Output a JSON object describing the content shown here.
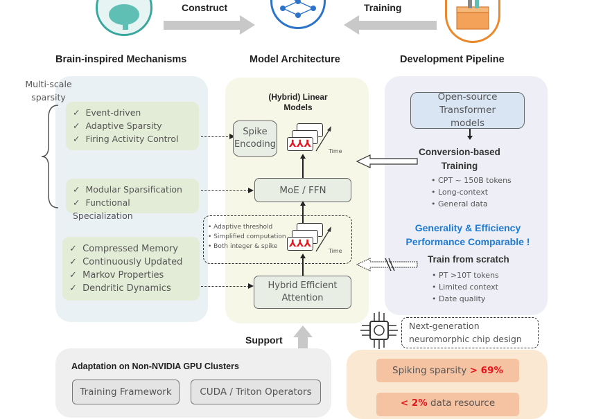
{
  "top": {
    "construct_label": "Construct",
    "training_label": "Training",
    "brain_title": "Brain-inspired Mechanisms",
    "model_title": "Model Architecture",
    "pipeline_title": "Development Pipeline"
  },
  "left": {
    "sparsity_label": "Multi-scale sparsity",
    "group1": [
      "Event-driven",
      "Adaptive Sparsity",
      "Firing Activity Control"
    ],
    "group2": [
      "Modular Sparsification",
      "Functional Specialization"
    ],
    "group3": [
      "Compressed Memory",
      "Continuously Updated",
      "Markov Properties",
      "Dendritic Dynamics"
    ],
    "check": "✓"
  },
  "middle": {
    "title": "(Hybrid) Linear Models",
    "spike_encoding": "Spike Encoding",
    "time1": "Time",
    "moe": "MoE / FFN",
    "neuron_notes": [
      "Adaptive threshold",
      "Simplified computation",
      "Both integer & spike"
    ],
    "time2": "Time",
    "attention": "Hybrid Efficient Attention"
  },
  "right": {
    "open_source": "Open-source Transformer models",
    "conversion_title": "Conversion-based Training",
    "conversion_items": [
      "CPT ~ 150B tokens",
      "Long-context",
      "General data"
    ],
    "highlight": "Generality & Efficiency Performance Comparable !",
    "scratch_title": "Train from scratch",
    "scratch_items": [
      "PT >10T tokens",
      "Limited context",
      "Date quality"
    ]
  },
  "chip": {
    "label": "Next-generation neuromorphic chip design"
  },
  "support": {
    "label": "Support",
    "title": "Adaptation on Non-NVIDIA GPU Clusters",
    "buttons": [
      "Training Framework",
      "CUDA / Triton Operators"
    ]
  },
  "results": {
    "sparsity_text": "Spiking sparsity ",
    "sparsity_value": "> 69%",
    "data_value": "< 2%",
    "data_text": " data resource"
  },
  "colors": {
    "blue_highlight": "#1f7ad1",
    "red_value": "#e8141c",
    "green_box": "#e3ecd6",
    "left_panel": "#eaf1f5",
    "middle_panel": "#f6f7e6",
    "right_panel": "#eeeff6",
    "results_panel": "#fbe8d3"
  }
}
